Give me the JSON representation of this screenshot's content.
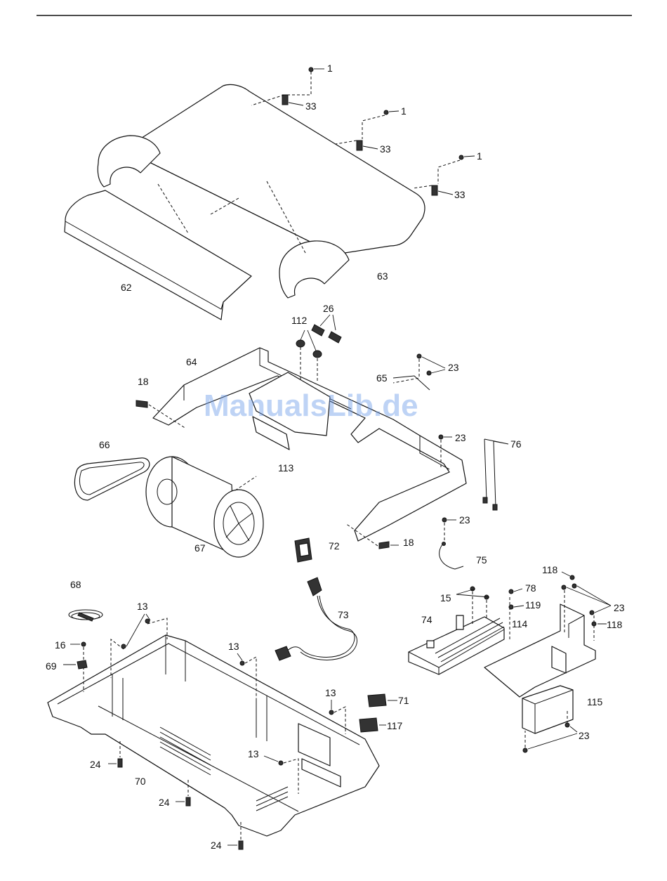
{
  "watermark": "ManualsLib.de",
  "callouts": {
    "c1a": "1",
    "c33a": "33",
    "c1b": "1",
    "c33b": "33",
    "c1c": "1",
    "c33c": "33",
    "c62": "62",
    "c63": "63",
    "c26": "26",
    "c112": "112",
    "c64": "64",
    "c18a": "18",
    "c65": "65",
    "c23a": "23",
    "c113": "113",
    "c23b": "23",
    "c76": "76",
    "c66": "66",
    "c67": "67",
    "c23c": "23",
    "c18b": "18",
    "c72": "72",
    "c75": "75",
    "c68": "68",
    "c13a": "13",
    "c73": "73",
    "c118a": "118",
    "c78": "78",
    "c15": "15",
    "c23d": "23",
    "c119": "119",
    "c74": "74",
    "c114": "114",
    "c118b": "118",
    "c16": "16",
    "c13b": "13",
    "c69": "69",
    "c13c": "13",
    "c71": "71",
    "c117": "117",
    "c115": "115",
    "c23e": "23",
    "c13d": "13",
    "c24a": "24",
    "c70": "70",
    "c24b": "24",
    "c24c": "24"
  }
}
